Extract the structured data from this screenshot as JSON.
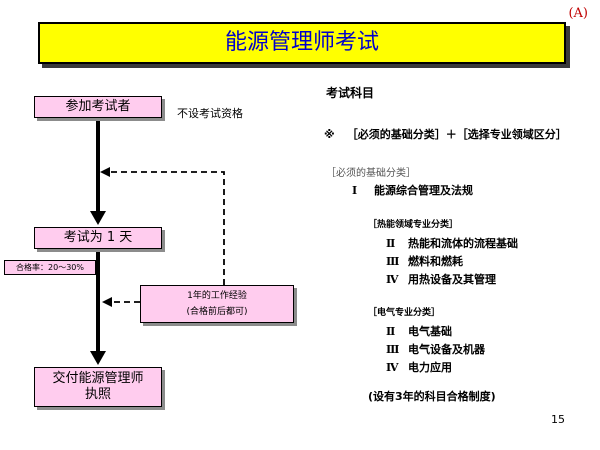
{
  "corner_mark": "(A)",
  "title": "能源管理师考试",
  "flow": {
    "entry_box": "参加考试者",
    "no_qualification": "不设考试资格",
    "exam_box": "考试为 1 天",
    "pass_rate": "合格率：20～30%",
    "experience_box": {
      "line1": "1年的工作经验",
      "line2": "(合格前后都可)"
    },
    "issue_box": {
      "line1": "交付能源管理师",
      "line2": "执照"
    }
  },
  "subjects": {
    "heading": "考试科目",
    "formula_mark": "※",
    "formula": "［必须的基础分类］＋［选择专业领域区分］",
    "required_heading": "［必须的基础分类］",
    "required_items": [
      {
        "num": "Ⅰ",
        "label": "能源综合管理及法规"
      }
    ],
    "thermal_heading": "［热能领域专业分类］",
    "thermal_items": [
      {
        "num": "Ⅱ",
        "label": "热能和流体的流程基础"
      },
      {
        "num": "Ⅲ",
        "label": "燃料和燃耗"
      },
      {
        "num": "Ⅳ",
        "label": "用热设备及其管理"
      }
    ],
    "electric_heading": "［电气专业分类］",
    "electric_items": [
      {
        "num": "Ⅱ",
        "label": "电气基础"
      },
      {
        "num": "Ⅲ",
        "label": "电气设备及机器"
      },
      {
        "num": "Ⅳ",
        "label": "电力应用"
      }
    ],
    "note": "(设有3年的科目合格制度)"
  },
  "page_number": "15",
  "colors": {
    "title_bg": "#ffff00",
    "title_text": "#0000cc",
    "box_fill": "#ffccee",
    "corner_mark": "#c00000"
  }
}
